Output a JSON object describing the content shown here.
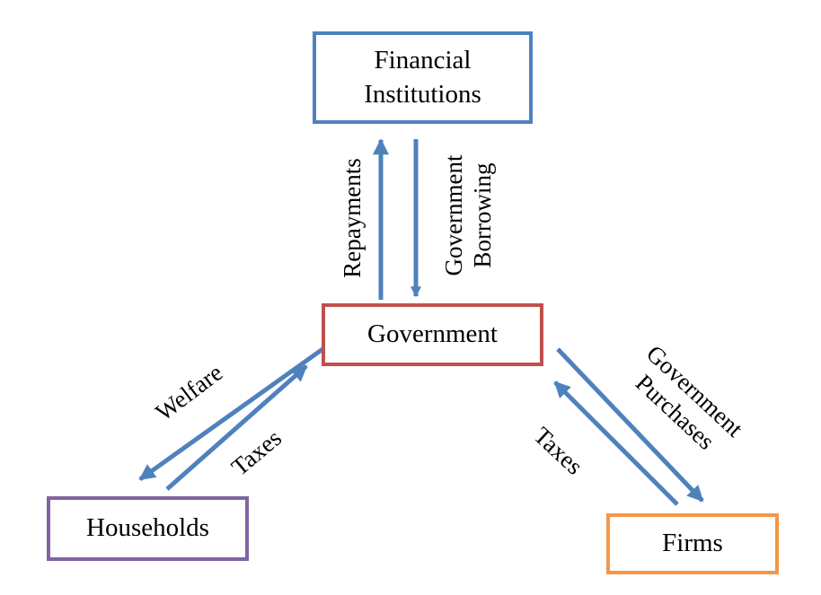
{
  "nodes": {
    "financial_institutions": {
      "label": "Financial Institutions",
      "border_color": "#4f81bd"
    },
    "government": {
      "label": "Government",
      "border_color": "#c0504d"
    },
    "households": {
      "label": "Households",
      "border_color": "#8064a2"
    },
    "firms": {
      "label": "Firms",
      "border_color": "#f79646"
    }
  },
  "flows": {
    "repayments": {
      "label": "Repayments",
      "from": "Government",
      "to": "Financial Institutions"
    },
    "government_borrowing": {
      "label": "Government Borrowing",
      "lines": {
        "0": "Government",
        "1": "Borrowing"
      },
      "from": "Financial Institutions",
      "to": "Government"
    },
    "welfare": {
      "label": "Welfare",
      "from": "Government",
      "to": "Households"
    },
    "taxes_households": {
      "label": "Taxes",
      "from": "Households",
      "to": "Government"
    },
    "taxes_firms": {
      "label": "Taxes",
      "from": "Firms",
      "to": "Government"
    },
    "government_purchases": {
      "label": "Government Purchases",
      "lines": {
        "0": "Government",
        "1": "Purchases"
      },
      "from": "Government",
      "to": "Firms"
    }
  },
  "colors": {
    "arrow": "#4f81bd",
    "text": "#000000",
    "background": "#ffffff"
  }
}
